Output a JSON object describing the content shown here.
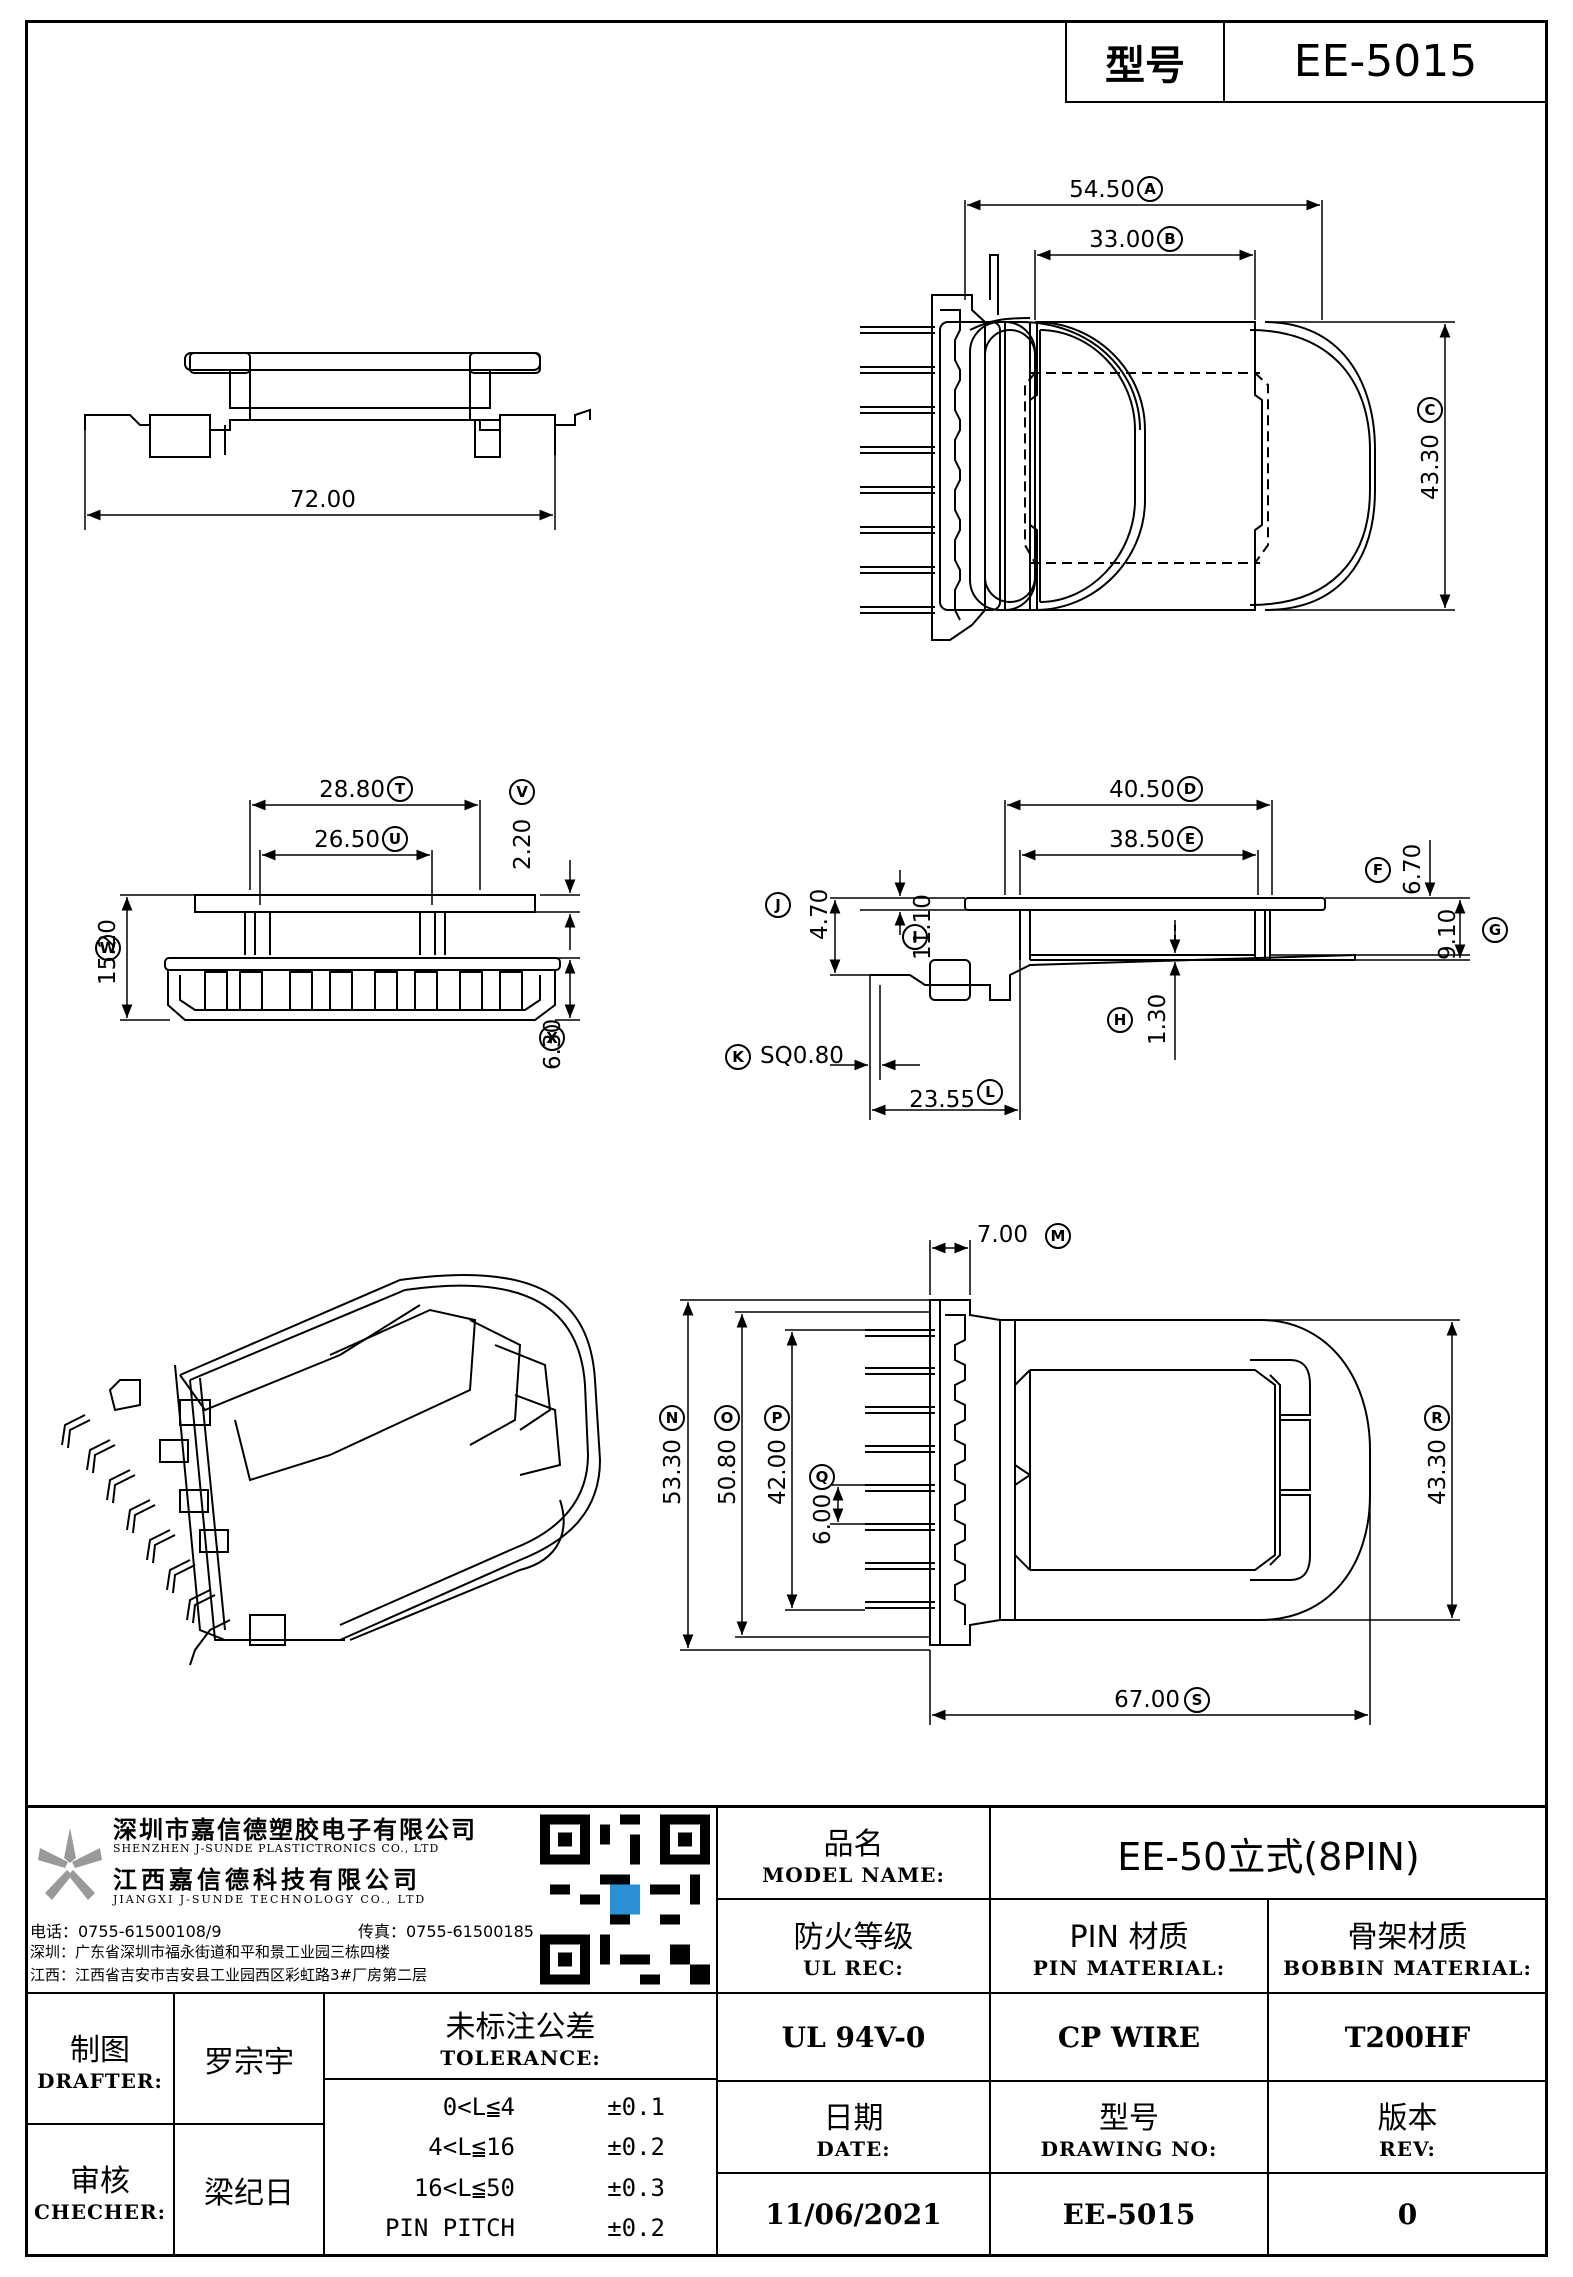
{
  "header": {
    "model_label": "型号",
    "model_value": "EE-5015"
  },
  "dims": {
    "A": "54.50",
    "B": "33.00",
    "C": "43.30",
    "side_width": "72.00",
    "T": "28.80",
    "U": "26.50",
    "V": "2.20",
    "W": "15.20",
    "X": "6.30",
    "D": "40.50",
    "E": "38.50",
    "F": "6.70",
    "G": "9.10",
    "I": "11.10",
    "J": "4.70",
    "H": "1.30",
    "K": "SQ0.80",
    "L": "23.55",
    "M": "7.00",
    "N": "53.30",
    "O": "50.80",
    "P": "42.00",
    "Q": "6.00",
    "R": "43.30",
    "S": "67.00"
  },
  "letters": {
    "A": "A",
    "B": "B",
    "C": "C",
    "D": "D",
    "E": "E",
    "F": "F",
    "G": "G",
    "H": "H",
    "I": "I",
    "J": "J",
    "K": "K",
    "L": "L",
    "M": "M",
    "N": "N",
    "O": "O",
    "P": "P",
    "Q": "Q",
    "R": "R",
    "S": "S",
    "T": "T",
    "U": "U",
    "V": "V",
    "W": "W",
    "X": "X"
  },
  "company": {
    "name_cn": "深圳市嘉信德塑胶电子有限公司",
    "name_en": "SHENZHEN J-SUNDE PLASTICTRONICS CO., LTD",
    "name2_cn": "江西嘉信德科技有限公司",
    "name2_en": "JIANGXI J-SUNDE TECHNOLOGY CO., LTD",
    "phone": "电话：0755-61500108/9",
    "fax": "传真：0755-61500185",
    "addr_sz": "深圳：广东省深圳市福永街道和平和景工业园三栋四楼",
    "addr_jx": "江西：江西省吉安市吉安县工业园西区彩虹路3#厂房第二层"
  },
  "title_block": {
    "model_name_cn": "品名",
    "model_name_en": "MODEL NAME:",
    "model_name_value": "EE-50立式(8PIN)",
    "ul_cn": "防火等级",
    "ul_en": "UL REC:",
    "ul_value": "UL 94V-0",
    "pin_cn": "PIN 材质",
    "pin_en": "PIN MATERIAL:",
    "pin_value": "CP WIRE",
    "bobbin_cn": "骨架材质",
    "bobbin_en": "BOBBIN MATERIAL:",
    "bobbin_value": "T200HF",
    "drafter_cn": "制图",
    "drafter_en": "DRAFTER:",
    "drafter_value": "罗宗宇",
    "checker_cn": "审核",
    "checker_en": "CHECHER:",
    "checker_value": "梁纪日",
    "tol_cn": "未标注公差",
    "tol_en": "TOLERANCE:",
    "tolerances": [
      {
        "range": "0<L≦4",
        "value": "±0.1"
      },
      {
        "range": "4<L≦16",
        "value": "±0.2"
      },
      {
        "range": "16<L≦50",
        "value": "±0.3"
      },
      {
        "range": "PIN PITCH",
        "value": "±0.2"
      }
    ],
    "date_cn": "日期",
    "date_en": "DATE:",
    "date_value": "11/06/2021",
    "dwg_cn": "型号",
    "dwg_en": "DRAWING NO:",
    "dwg_value": "EE-5015",
    "rev_cn": "版本",
    "rev_en": "REV:",
    "rev_value": "0"
  }
}
